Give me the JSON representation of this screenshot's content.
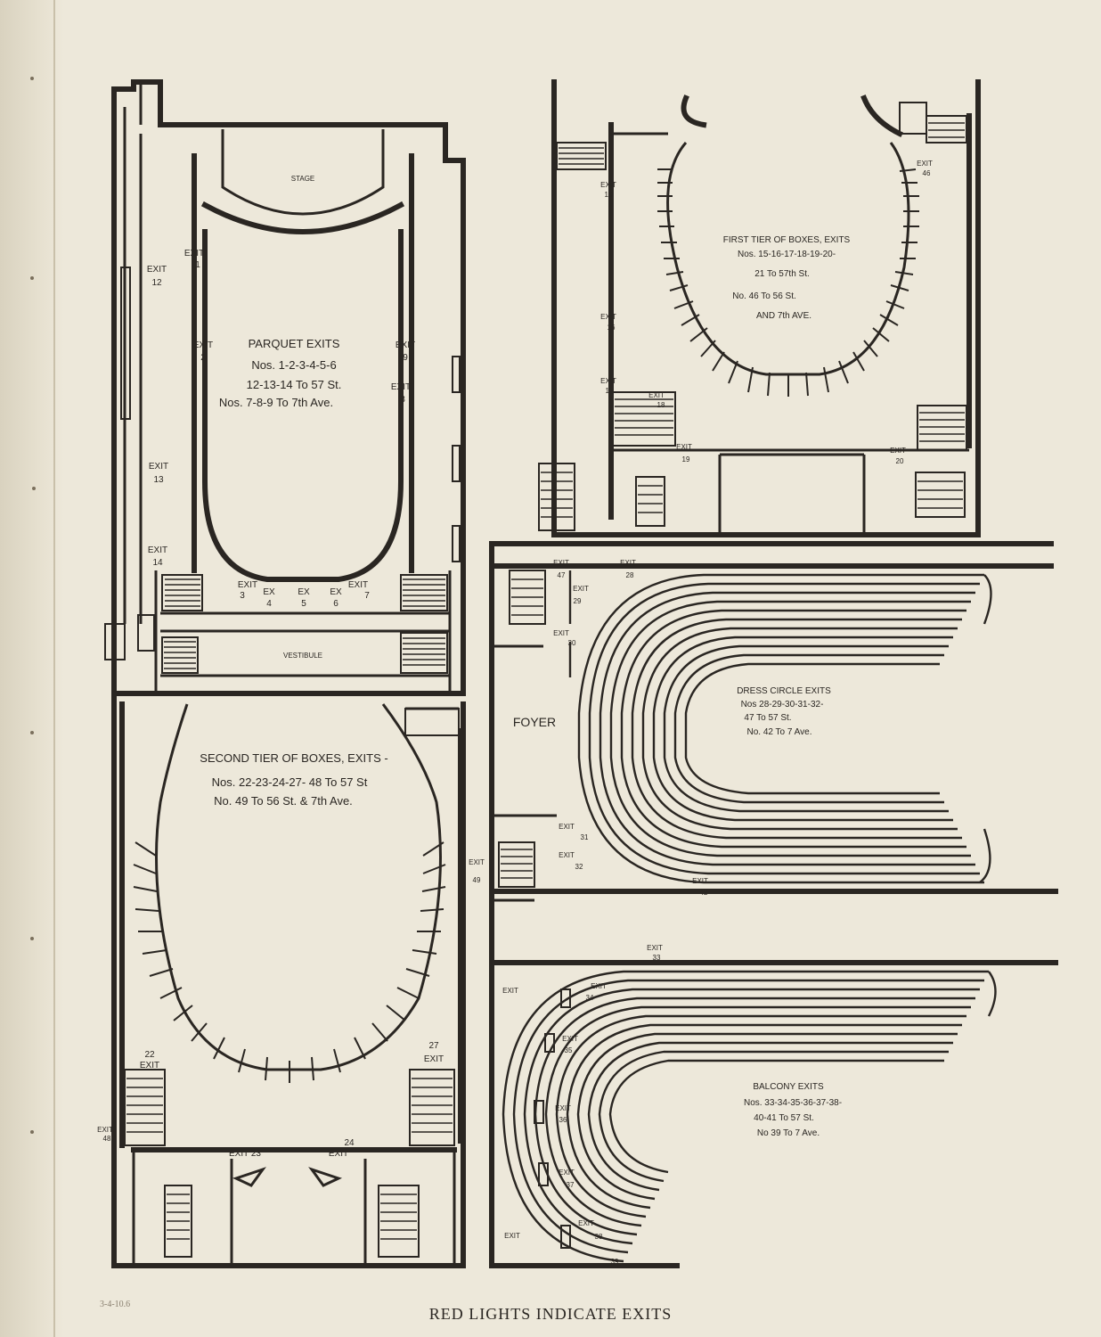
{
  "caption": "RED LIGHTS INDICATE EXITS",
  "margin_note": "3-4-10.6",
  "parquet": {
    "stage": "STAGE",
    "vestibule": "VESTIBULE",
    "title": "PARQUET EXITS",
    "line1": "Nos. 1-2-3-4-5-6",
    "line2": "12-13-14 To 57 St.",
    "line3": "Nos. 7-8-9 To 7th Ave.",
    "exits": {
      "e1": [
        "EXIT",
        "1"
      ],
      "e2": [
        "EXIT",
        "2"
      ],
      "e9": [
        "EXIT",
        "9"
      ],
      "e8": [
        "EXIT",
        "8"
      ],
      "e12": [
        "EXIT",
        "12"
      ],
      "e13": [
        "EXIT",
        "13"
      ],
      "e14": [
        "EXIT",
        "14"
      ],
      "e3": [
        "EXIT",
        "3"
      ],
      "e4": [
        "EX",
        "4"
      ],
      "e5": [
        "EX",
        "5"
      ],
      "e6": [
        "EX",
        "6"
      ],
      "e7": [
        "EXIT",
        "7"
      ]
    }
  },
  "first_tier": {
    "line1": "FIRST TIER OF BOXES, EXITS",
    "line2": "Nos. 15-16-17-18-19-20-",
    "line3": "21 To 57th St.",
    "line4": "No. 46 To 56 St.",
    "line5": "AND 7th AVE.",
    "exits": {
      "e15": [
        "EXIT",
        "15"
      ],
      "e16": [
        "EXIT",
        "16"
      ],
      "e17": [
        "EXIT",
        "17"
      ],
      "e18": [
        "EXIT",
        "18"
      ],
      "e19": [
        "EXIT",
        "19"
      ],
      "e20": [
        "EXIT",
        "20"
      ],
      "e46": [
        "EXIT",
        "46"
      ]
    }
  },
  "dress_circle": {
    "line1": "DRESS CIRCLE EXITS",
    "line2": "Nos 28-29-30-31-32-",
    "line3": "47 To 57 St.",
    "line4": "No. 42 To 7 Ave.",
    "foyer": "FOYER",
    "exits": {
      "e47": [
        "EXIT",
        "47"
      ],
      "e28": [
        "EXIT",
        "28"
      ],
      "e29": [
        "EXIT",
        "29"
      ],
      "e30": [
        "EXIT",
        "30"
      ],
      "e31": [
        "EXIT",
        "31"
      ],
      "e32": [
        "EXIT",
        "32"
      ],
      "e42": [
        "EXIT",
        "42"
      ]
    }
  },
  "second_tier": {
    "line1": "SECOND TIER OF BOXES, EXITS -",
    "line2": "Nos. 22-23-24-27- 48 To 57 St",
    "line3": "No. 49 To 56 St. & 7th Ave.",
    "exits": {
      "e22": [
        "22",
        "EXIT"
      ],
      "e27": [
        "27",
        "EXIT"
      ],
      "e23": [
        "EXIT 23"
      ],
      "e24": [
        "24",
        "EXIT"
      ],
      "e49": [
        "EXIT",
        "49"
      ],
      "e48": [
        "EXIT",
        "48"
      ]
    }
  },
  "balcony": {
    "line1": "BALCONY EXITS",
    "line2": "Nos. 33-34-35-36-37-38-",
    "line3": "40-41 To 57 St.",
    "line4": "No 39 To 7 Ave.",
    "exits": {
      "e33": [
        "EXIT",
        "33"
      ],
      "e34": [
        "EXIT",
        "34"
      ],
      "e35": [
        "EXIT",
        "35"
      ],
      "e36": [
        "EXIT",
        "36"
      ],
      "e37": [
        "EXIT",
        "37"
      ],
      "e38": [
        "EXIT",
        "38"
      ],
      "e39": [
        "39"
      ],
      "eL1": [
        "EXIT"
      ],
      "eL2": [
        "EXIT"
      ]
    }
  }
}
